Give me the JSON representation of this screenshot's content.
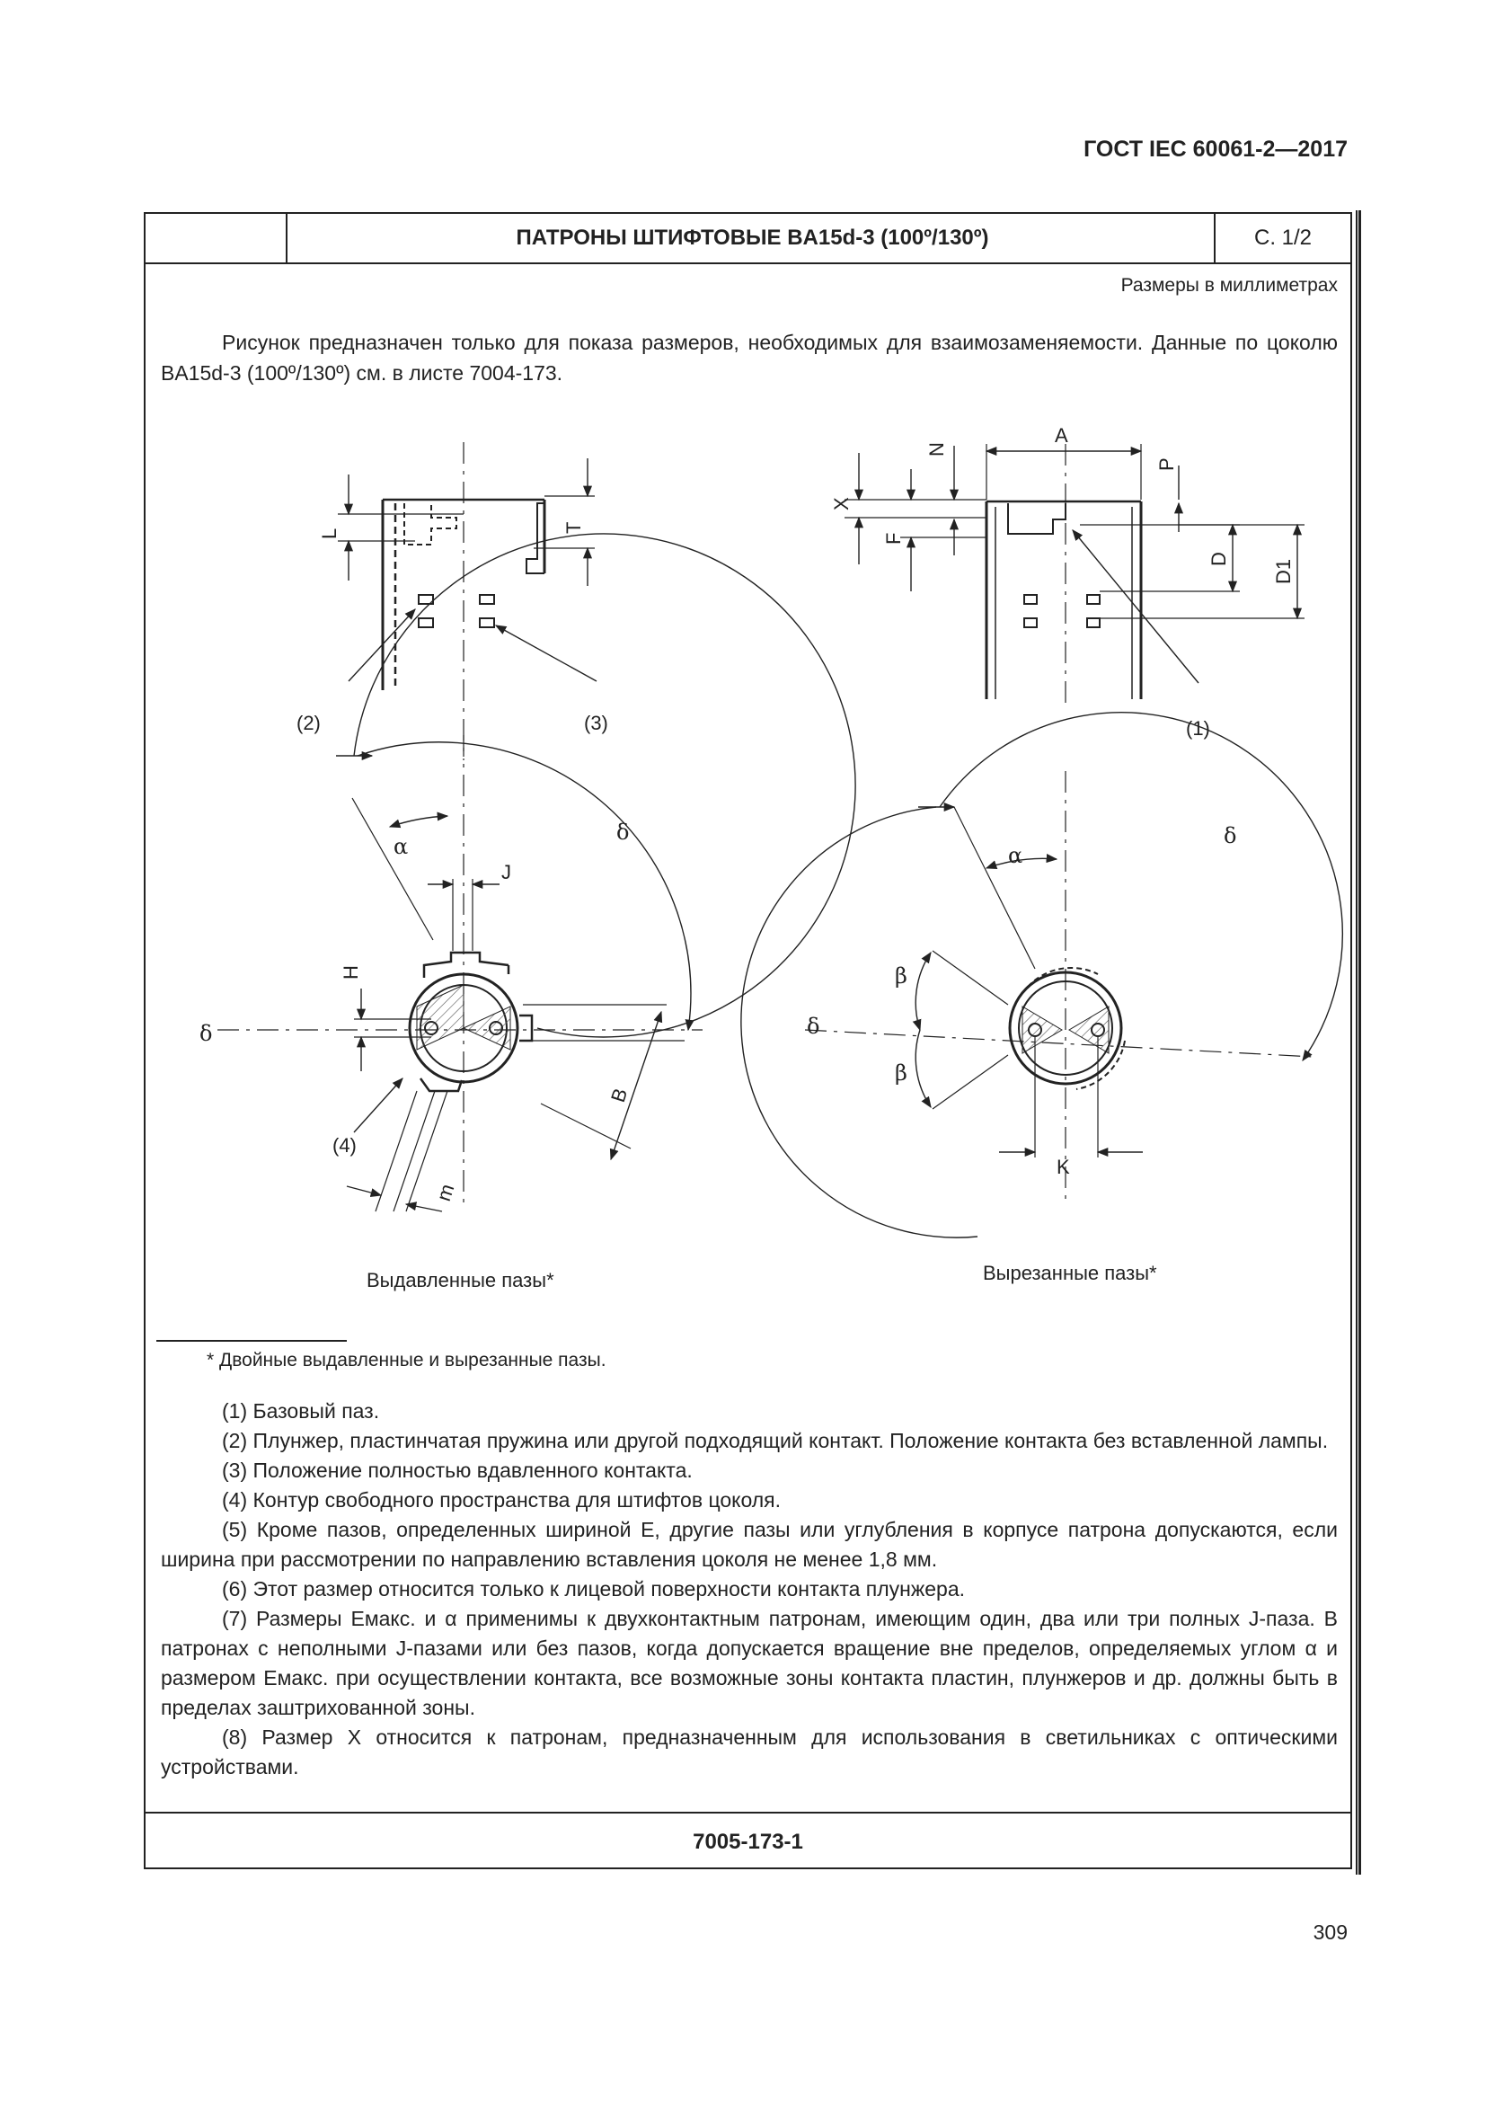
{
  "standard": "ГОСТ IEC 60061-2—2017",
  "sheet": {
    "title": "ПАТРОНЫ ШТИФТОВЫЕ BA15d-3 (100º/130º)",
    "page_ref": "С. 1/2",
    "units": "Размеры в миллиметрах",
    "intro": "Рисунок предназначен только для показа размеров, необходимых для взаимозаменяемости. Данные по цоколю BA15d-3 (100º/130º) см. в листе 7004-173.",
    "sheet_number": "7005-173-1"
  },
  "figure": {
    "dims": {
      "A": "A",
      "N": "N",
      "P": "P",
      "X": "X",
      "F": "F",
      "D": "D",
      "D1": "D1",
      "L": "L",
      "T": "T",
      "J": "J",
      "H": "H",
      "B": "B",
      "m": "m",
      "K": "K"
    },
    "greek": {
      "alpha": "α",
      "beta": "β",
      "delta": "δ"
    },
    "callouts": {
      "c1": "(1)",
      "c2": "(2)",
      "c3": "(3)",
      "c4": "(4)"
    },
    "caption_left": "Выдавленные пазы*",
    "caption_right": "Вырезанные пазы*"
  },
  "footnote": "*  Двойные выдавленные и вырезанные пазы.",
  "notes": [
    "(1) Базовый паз.",
    "(2) Плунжер, пластинчатая пружина или другой подходящий контакт. Положение контакта без вставленной лампы.",
    "(3) Положение полностью вдавленного контакта.",
    "(4) Контур свободного пространства для штифтов цоколя.",
    "(5) Кроме пазов, определенных шириной E, другие пазы или углубления в корпусе патрона допускаются, если ширина при рассмотрении по направлению вставления цоколя не менее 1,8 мм.",
    "(6) Этот размер относится только к лицевой поверхности контакта плунжера.",
    "(7) Размеры Eмакс. и α применимы к двухконтактным патронам, имеющим один, два или три полных J-паза. В патронах с неполными J-пазами или без пазов, когда допускается вращение вне пределов, определяемых углом α и размером Eмакс. при осуществлении контакта, все возможные зоны контакта пластин, плунжеров и др. должны быть в пределах заштрихованной зоны.",
    "(8) Размер X относится к патронам, предназначенным для использования в светильниках с оптическими устройствами."
  ],
  "page_number": "309"
}
